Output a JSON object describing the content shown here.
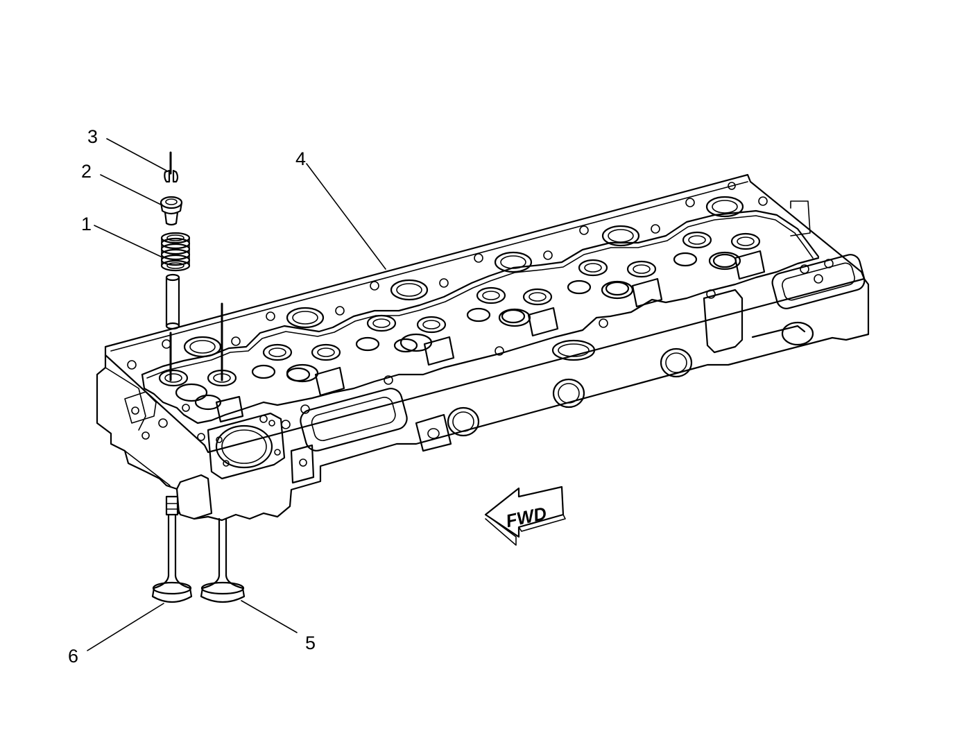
{
  "diagram": {
    "callouts": [
      {
        "id": "1",
        "label": "1"
      },
      {
        "id": "2",
        "label": "2"
      },
      {
        "id": "3",
        "label": "3"
      },
      {
        "id": "4",
        "label": "4"
      },
      {
        "id": "5",
        "label": "5"
      },
      {
        "id": "6",
        "label": "6"
      }
    ],
    "direction_arrow": {
      "label": "FWD"
    }
  }
}
